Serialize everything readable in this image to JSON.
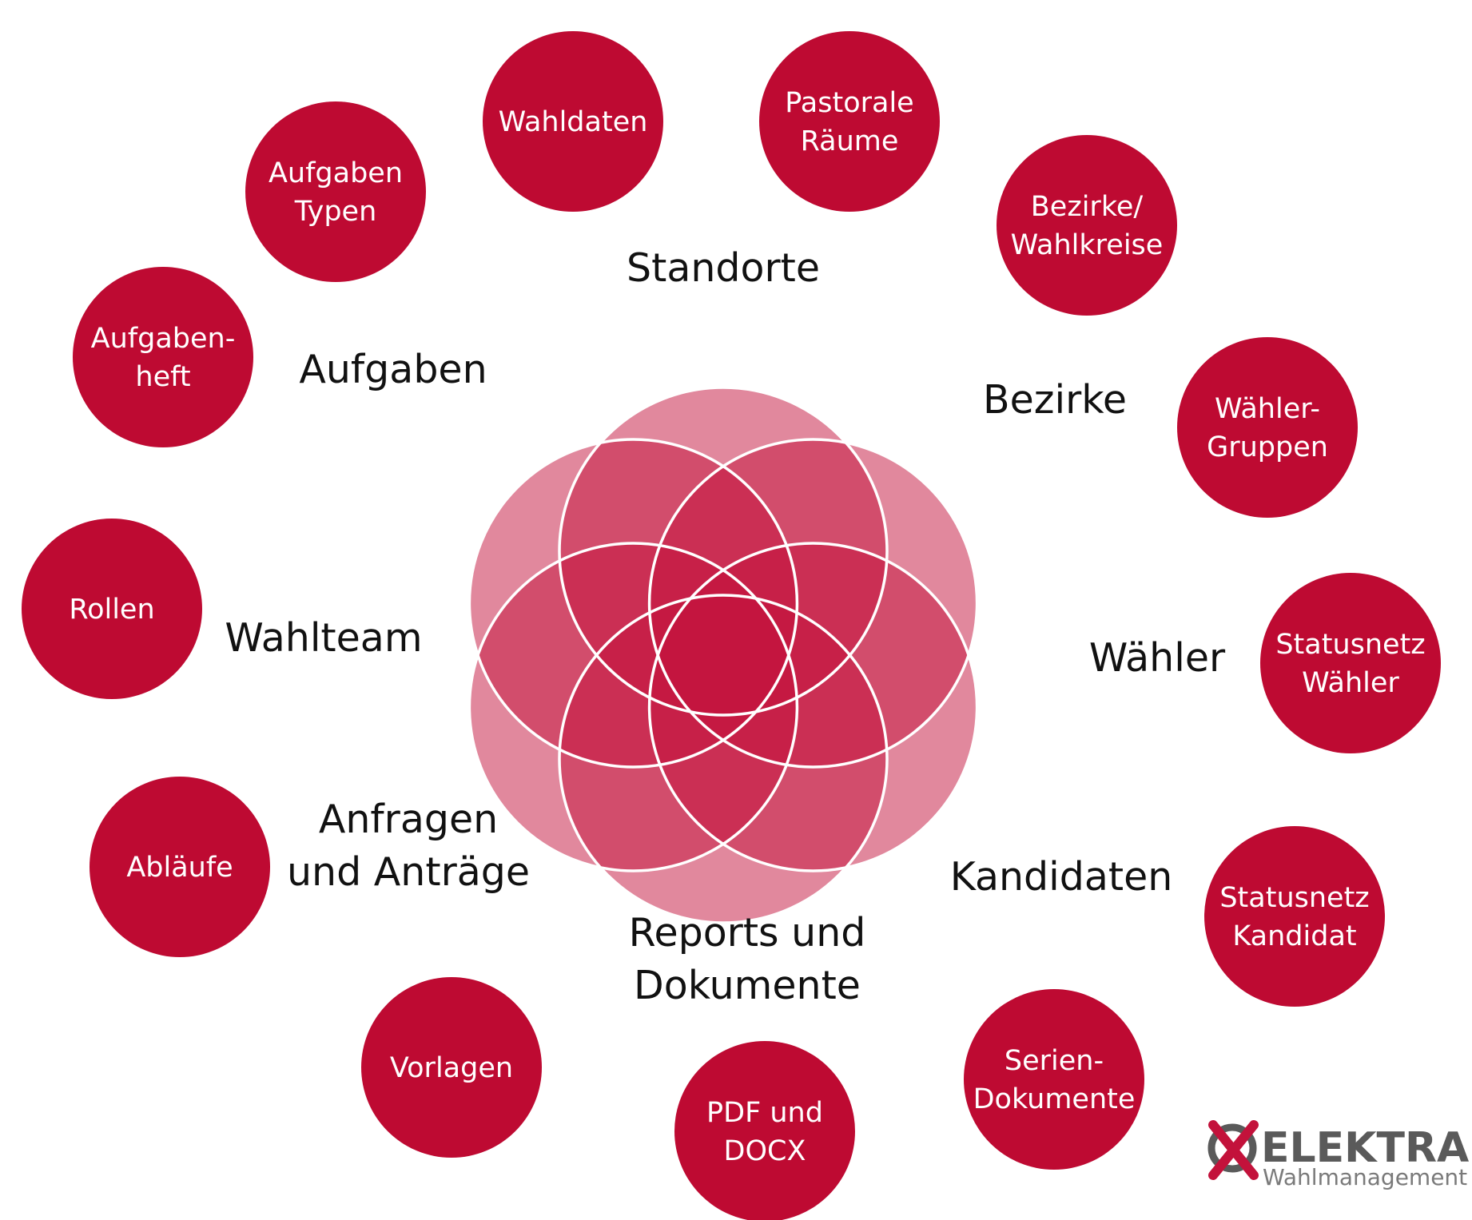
{
  "colors": {
    "accent": "#be0a32",
    "petal_fill": "#c3123b",
    "petal_stroke": "#ffffff",
    "text": "#111111",
    "logo_gray": "#5a5a5a"
  },
  "petal_count": 6,
  "modules": [
    {
      "label": [
        "Standorte"
      ]
    },
    {
      "label": [
        "Bezirke"
      ]
    },
    {
      "label": [
        "Wähler"
      ]
    },
    {
      "label": [
        "Kandidaten"
      ]
    },
    {
      "label": [
        "Reports und",
        "Dokumente"
      ]
    },
    {
      "label": [
        "Anfragen",
        "und Anträge"
      ]
    },
    {
      "label": [
        "Wahlteam"
      ]
    },
    {
      "label": [
        "Aufgaben"
      ]
    }
  ],
  "features": [
    {
      "lines": [
        "Wahldaten"
      ]
    },
    {
      "lines": [
        "Pastorale",
        "Räume"
      ]
    },
    {
      "lines": [
        "Bezirke/",
        "Wahlkreise"
      ]
    },
    {
      "lines": [
        "Wähler-",
        "Gruppen"
      ]
    },
    {
      "lines": [
        "Statusnetz",
        "Wähler"
      ]
    },
    {
      "lines": [
        "Statusnetz",
        "Kandidat"
      ]
    },
    {
      "lines": [
        "Serien-",
        "Dokumente"
      ]
    },
    {
      "lines": [
        "PDF und",
        "DOCX"
      ]
    },
    {
      "lines": [
        "Vorlagen"
      ]
    },
    {
      "lines": [
        "Abläufe"
      ]
    },
    {
      "lines": [
        "Rollen"
      ]
    },
    {
      "lines": [
        "Aufgaben-",
        "heft"
      ]
    },
    {
      "lines": [
        "Aufgaben",
        "Typen"
      ]
    }
  ],
  "logo": {
    "name": "ELEKTRA",
    "tagline": "Wahlmanagement"
  }
}
